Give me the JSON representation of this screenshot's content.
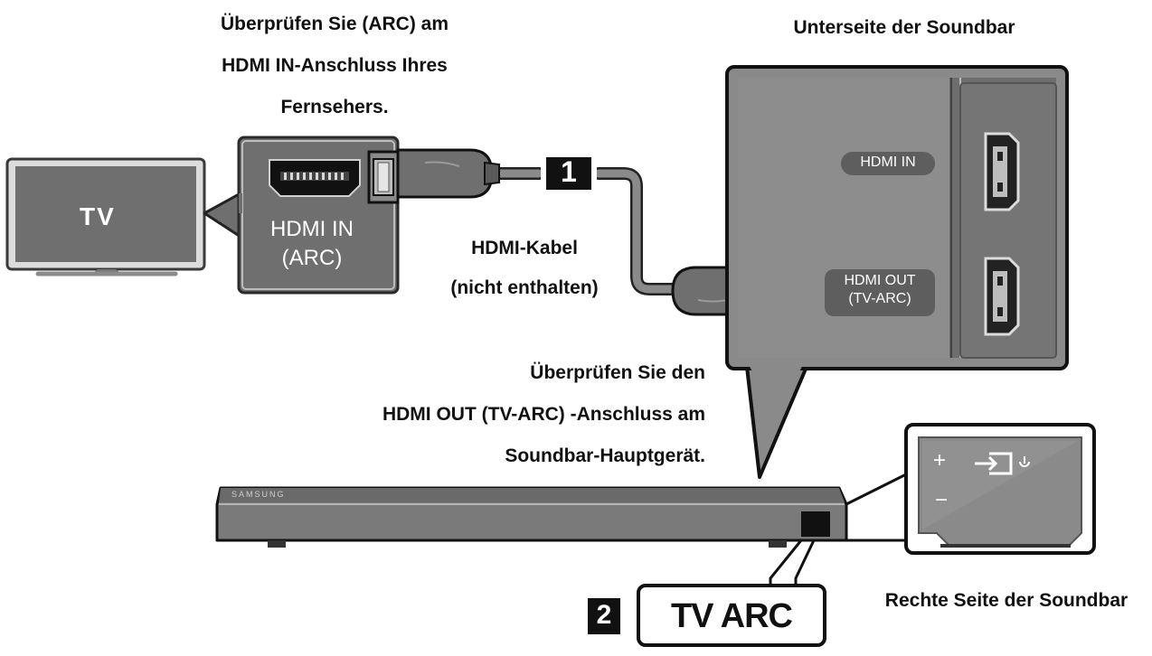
{
  "tv": {
    "label": "TV"
  },
  "tv_callout": {
    "caption_lines": [
      "Überprüfen Sie (ARC) am",
      "HDMI IN-Anschluss Ihres",
      "Fernsehers."
    ],
    "port_label_lines": [
      "HDMI IN",
      "(ARC)"
    ]
  },
  "cable": {
    "step_number": "1",
    "label_lines": [
      "HDMI-Kabel",
      "(nicht enthalten)"
    ]
  },
  "soundbar_bottom": {
    "title": "Unterseite der Soundbar",
    "port_in_label": "HDMI IN",
    "port_out_label_lines": [
      "HDMI OUT",
      "(TV-ARC)"
    ]
  },
  "soundbar": {
    "brand": "SAMSUNG",
    "caption_lines": [
      "Überprüfen Sie den",
      "HDMI OUT (TV-ARC) -Anschluss am",
      "Soundbar-Hauptgerät."
    ]
  },
  "soundbar_right": {
    "title": "Rechte Seite der Soundbar",
    "plus": "+",
    "minus": "−"
  },
  "display": {
    "step_number": "2",
    "text": "TV ARC"
  },
  "colors": {
    "panel": "#6f6f6f",
    "panel_dark": "#555555",
    "outline": "#111111",
    "cable": "#8a8a8a"
  }
}
